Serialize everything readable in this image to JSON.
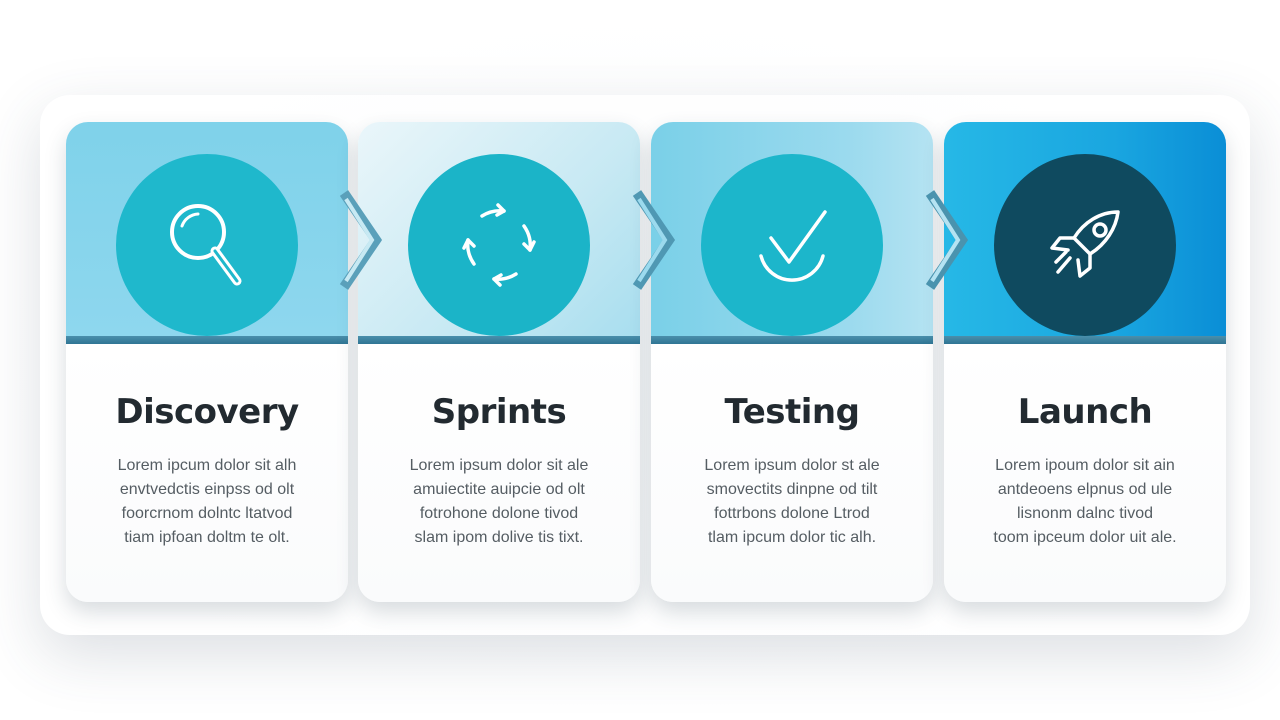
{
  "steps": [
    {
      "title": "Discovery",
      "icon": "magnifier-icon",
      "lines": [
        "Lorem ipcum dolor sit alh",
        "envtvedctis einpss od olt",
        "foorcrnom dolntc ltatvod",
        "tiam ipfoan doltm te olt."
      ]
    },
    {
      "title": "Sprints",
      "icon": "refresh-cycle-icon",
      "lines": [
        "Lorem ipsum dolor sit ale",
        "amuiectite auipcie od olt",
        "fotrohone dolone tivod",
        "slam ipom dolive tis tixt."
      ]
    },
    {
      "title": "Testing",
      "icon": "checkmark-icon",
      "lines": [
        "Lorem ipsum dolor st ale",
        "smovectits dinpne od tilt",
        "fottrbons dolone Ltrod",
        "tlam ipcum dolor tic alh."
      ]
    },
    {
      "title": "Launch",
      "icon": "rocket-icon",
      "lines": [
        "Lorem ipoum dolor sit ain",
        "antdeoens elpnus od ule",
        "lisnonm dalnc tivod",
        "toom ipceum dolor uit ale."
      ]
    }
  ],
  "colors": {
    "title": "#222a30",
    "body": "#555d63",
    "divider": "#3b84a3",
    "circle_teal": "#1fb8cc",
    "circle_dark": "#0f4a5f"
  }
}
